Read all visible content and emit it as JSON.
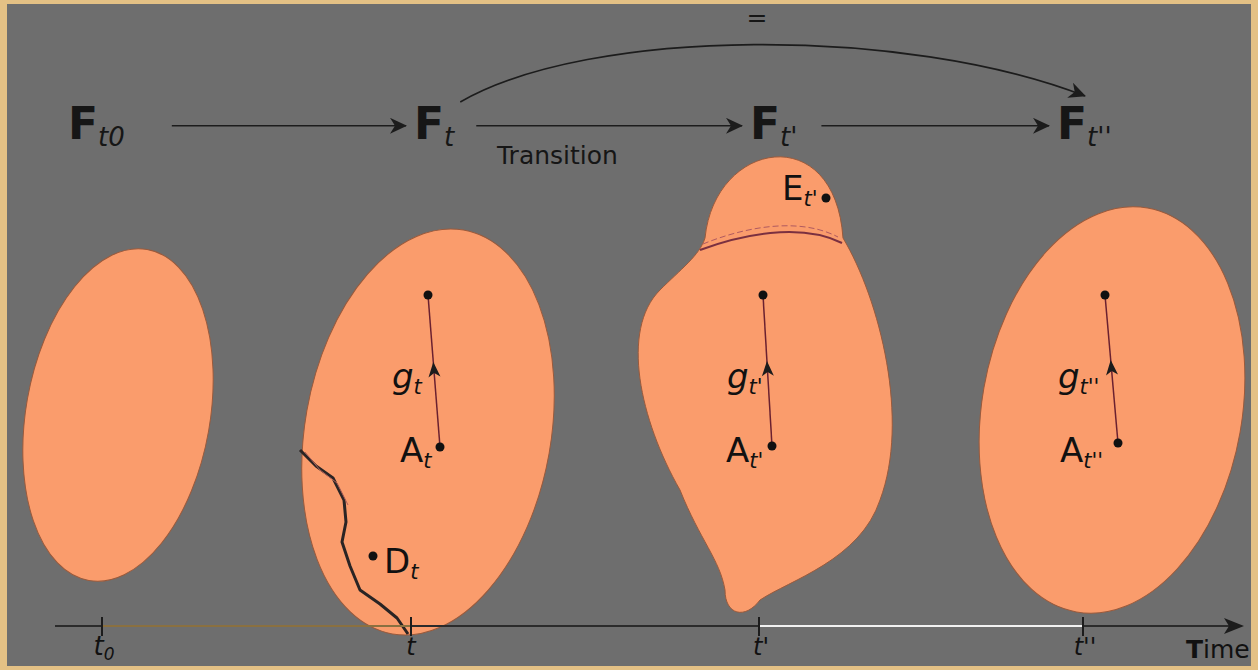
{
  "diagram": {
    "nodes": [
      {
        "text": [
          "Ft0"
        ]
      },
      {
        "text": [
          "Ft"
        ]
      },
      {
        "text": [
          "Ft'"
        ]
      },
      {
        "text": [
          "Ft''"
        ]
      },
      {
        "text": [
          "gt",
          "At",
          "Dt"
        ]
      },
      {
        "text": [
          "Et'",
          "gt'",
          "At'"
        ]
      },
      {
        "text": [
          "gt''",
          "At''"
        ]
      }
    ],
    "edges": [
      {
        "from": 0,
        "to": 1,
        "arrow": "to"
      },
      {
        "from": 1,
        "to": 2,
        "label": "Transition",
        "arrow": "to"
      },
      {
        "from": 2,
        "to": 3,
        "arrow": "to"
      },
      {
        "from": 1,
        "to": 3,
        "label": "=",
        "arrow": "to"
      }
    ],
    "labels": [
      "t0",
      "t",
      "t'",
      "t''",
      "Time"
    ]
  }
}
